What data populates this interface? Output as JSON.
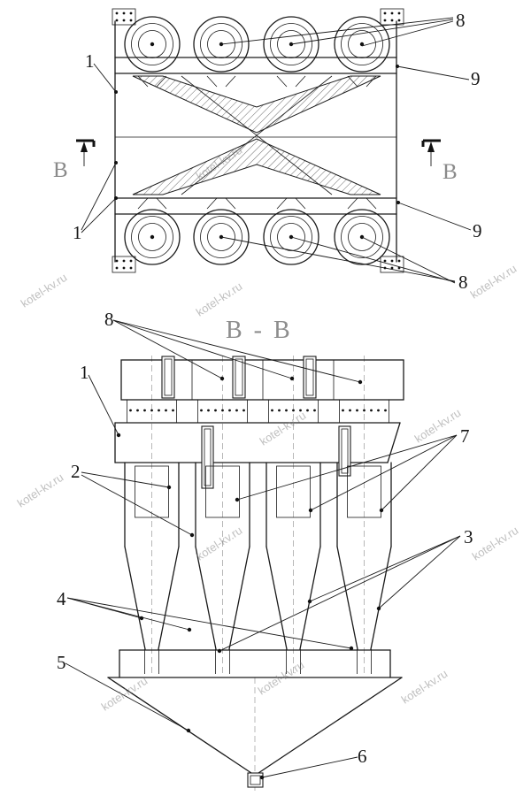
{
  "watermark": {
    "text": "kotel-kv.ru"
  },
  "top_view": {
    "section_marker_left": "В",
    "section_marker_right": "В",
    "callouts": {
      "c8_top": "8",
      "c9_right_top": "9",
      "c1_left_top": "1",
      "c1_left_bottom": "1",
      "c9_right_bottom": "9",
      "c8_bottom": "8"
    }
  },
  "section_view": {
    "title": "В - В",
    "callouts": {
      "c8": "8",
      "c1": "1",
      "c2": "2",
      "c7": "7",
      "c3": "3",
      "c4": "4",
      "c5": "5",
      "c6": "6"
    }
  }
}
